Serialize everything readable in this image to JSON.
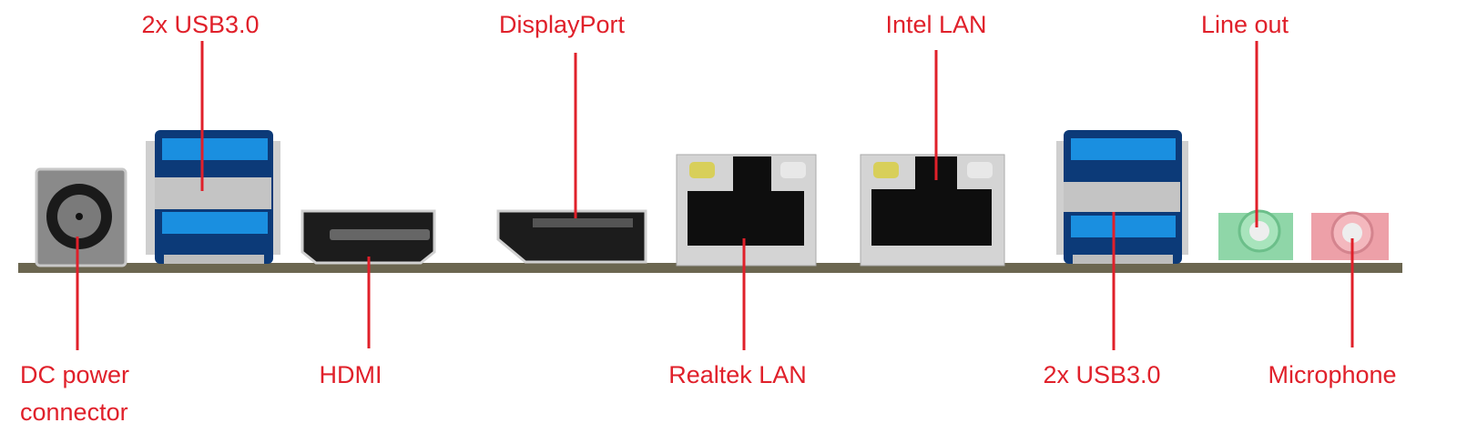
{
  "title": "Motherboard rear I/O panel",
  "colors": {
    "label": "#e0202a",
    "usb_blue": "#1a8fe0",
    "board": "#6b6650",
    "line_out": "#8fd6a8",
    "microphone": "#eda0a8"
  },
  "labels": {
    "usb_left": "2x USB3.0",
    "displayport": "DisplayPort",
    "intel_lan": "Intel LAN",
    "line_out": "Line out",
    "dc_power_line1": "DC power",
    "dc_power_line2": "connector",
    "hdmi": "HDMI",
    "realtek_lan": "Realtek LAN",
    "usb_right": "2x USB3.0",
    "microphone": "Microphone"
  }
}
